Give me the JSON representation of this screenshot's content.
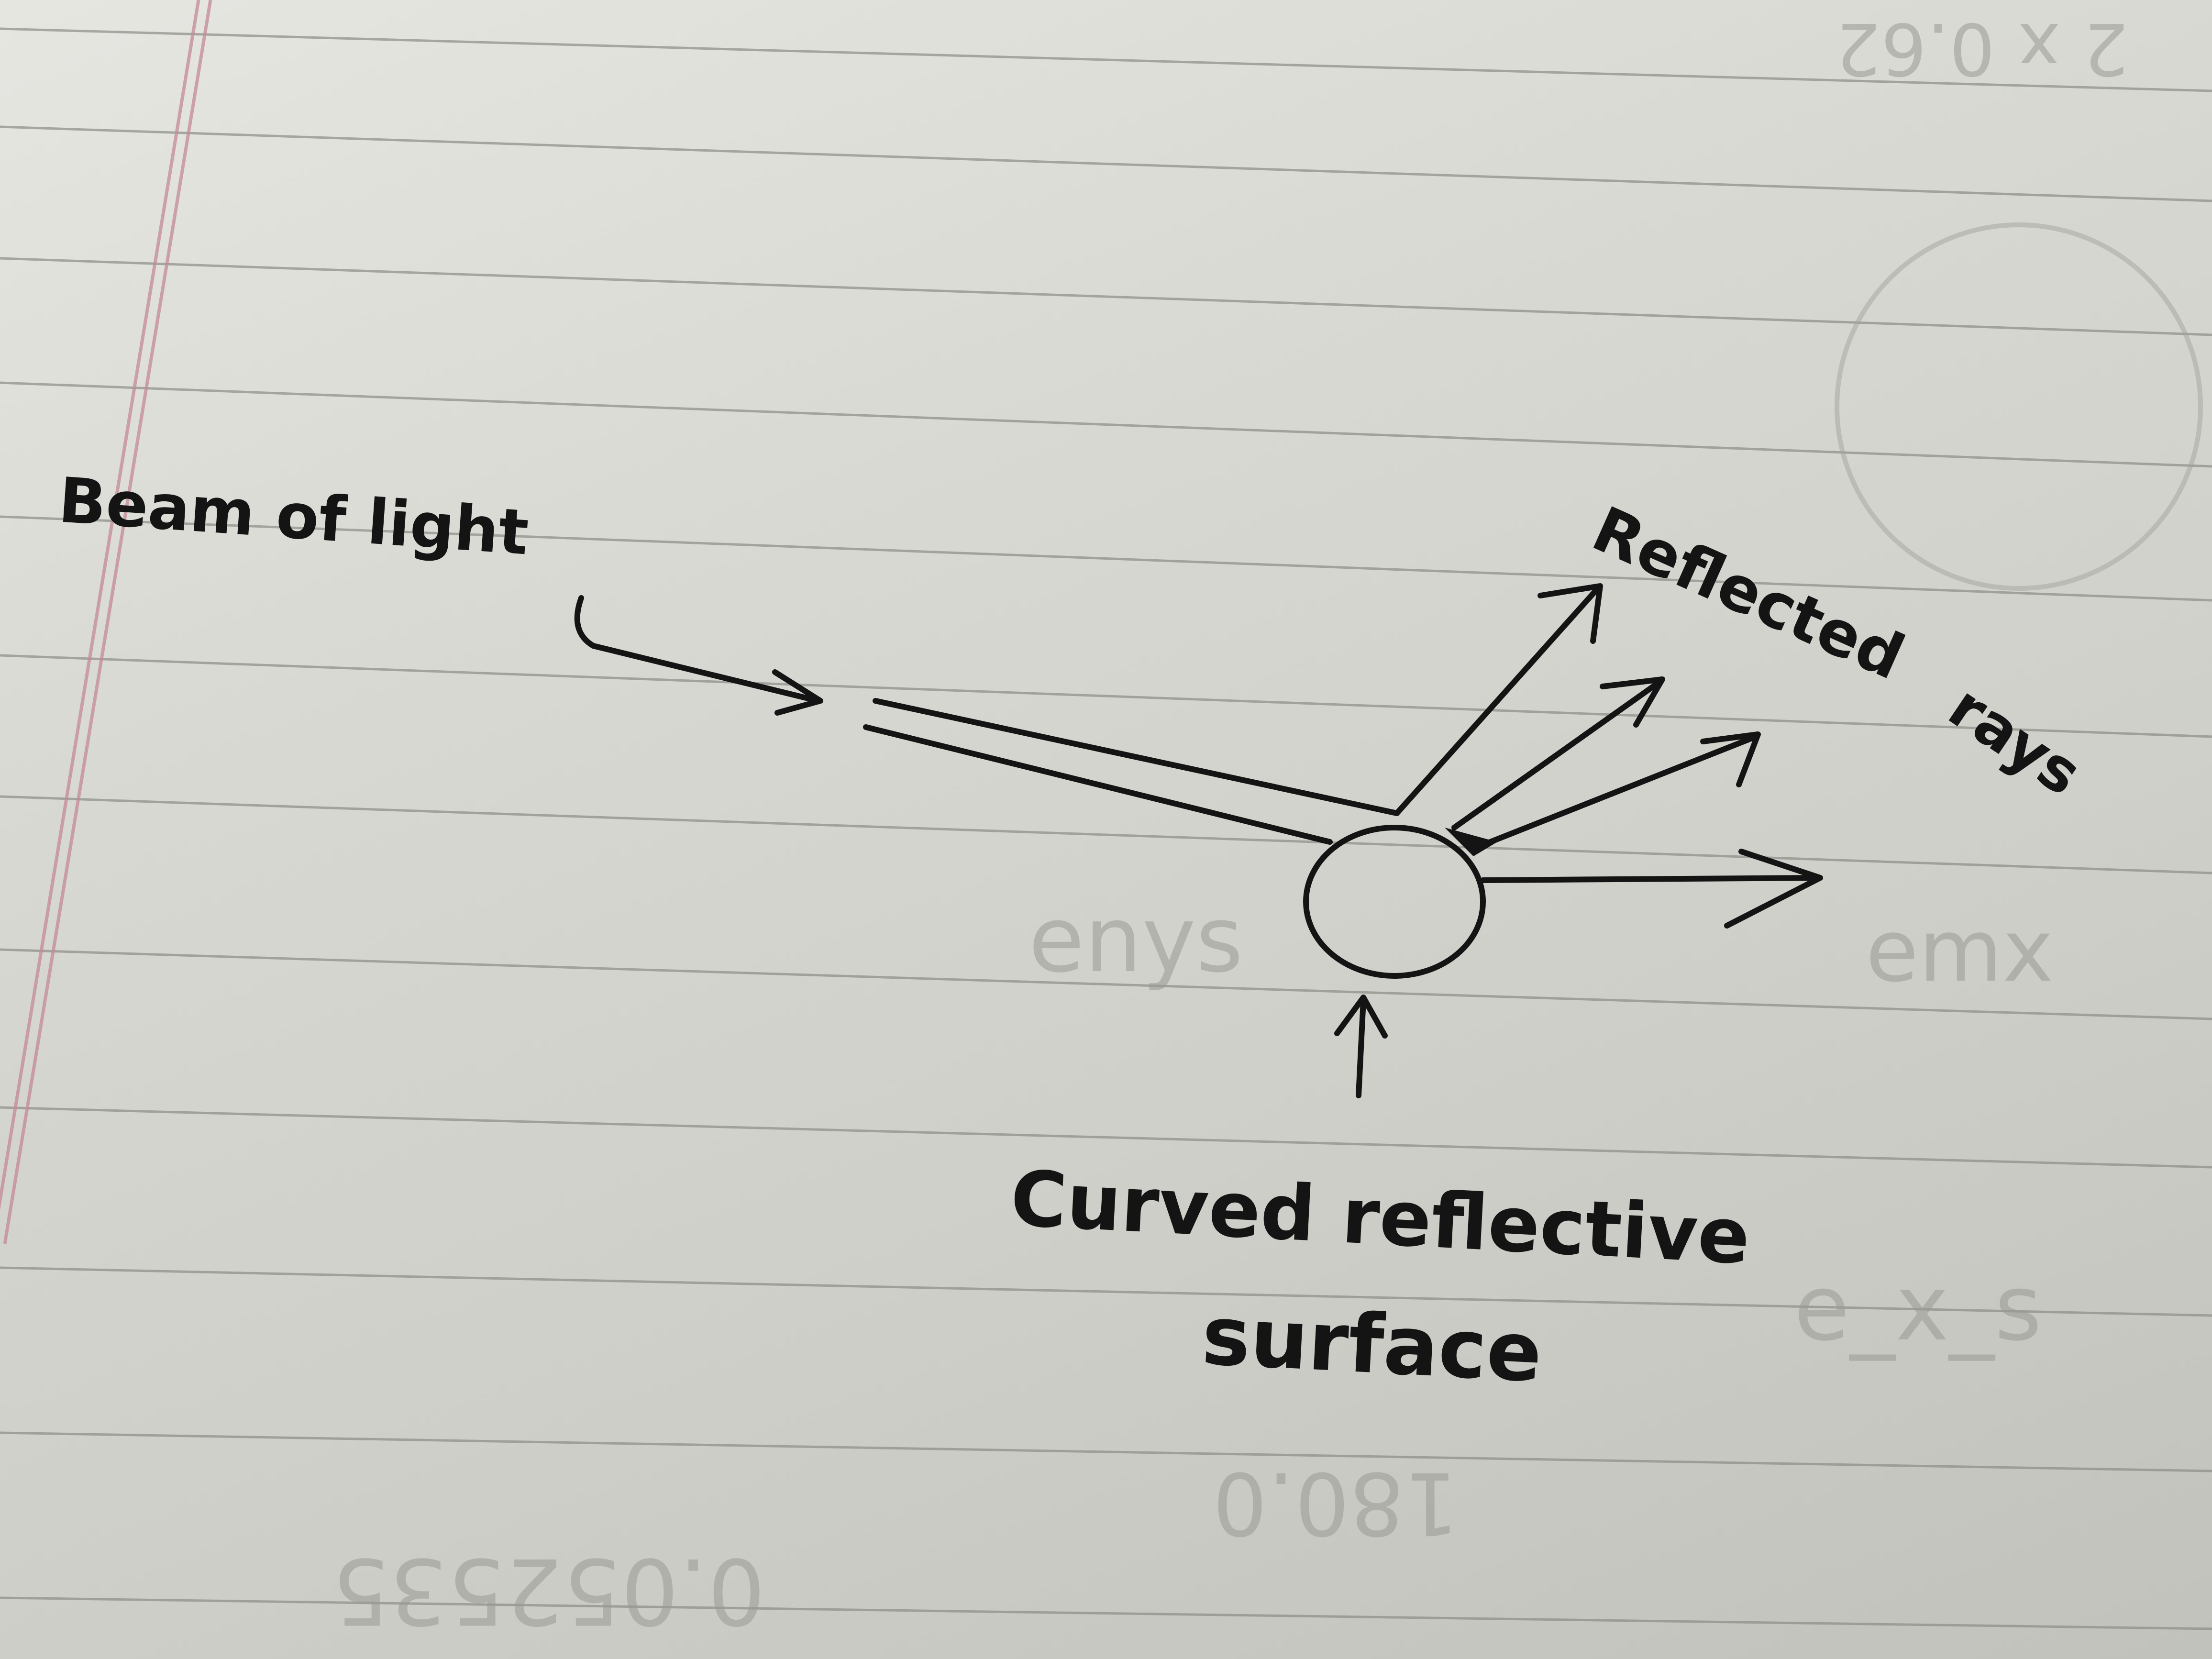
{
  "diagram": {
    "labels": {
      "beam": "Beam of light",
      "reflected_line1": "Reflected",
      "reflected_line2": "rays",
      "surface_line1": "Curved reflective",
      "surface_line2": "surface"
    },
    "colors": {
      "ink": "#141414",
      "paper": "#d8d8d2",
      "rule_line": "#8d8d88",
      "margin_line": "#c48a9a"
    },
    "bleed_through_text": [
      "2 x 0.62",
      "enys",
      "emx",
      "e_x_s",
      "180.0",
      "0.052535"
    ]
  }
}
